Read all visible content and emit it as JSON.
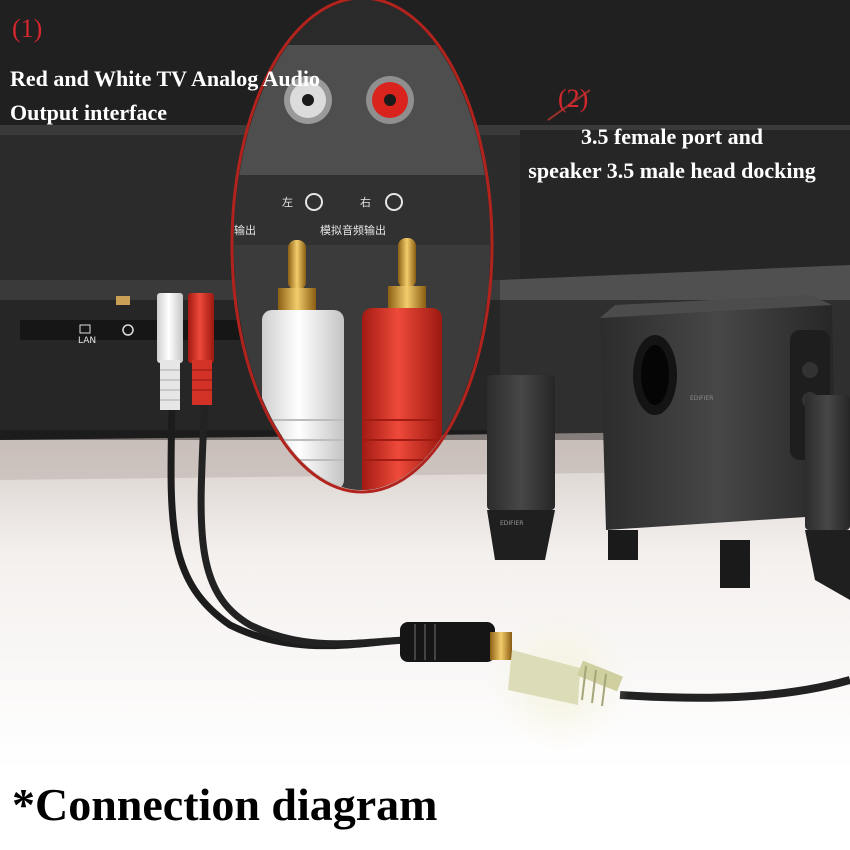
{
  "callout_1": {
    "number": "(1)",
    "line1": "Red and White TV Analog Audio",
    "line2": "Output interface"
  },
  "callout_2": {
    "number": "(2)",
    "line1": "3.5 female port and",
    "line2": "speaker 3.5 male head docking"
  },
  "caption": "*Connection diagram",
  "tv_panel_labels": {
    "lan": "LAN",
    "left": "左",
    "right": "右",
    "analog_audio_out": "模拟音频输出",
    "out_suffix": "输出"
  },
  "speaker_brand": "EDIFIER",
  "colors": {
    "callout_number": "#d6262e",
    "callout_text": "#ffffff",
    "rca_red": "#e23a2e",
    "rca_white": "#f2f2f2",
    "gold_plug": "#d9a441",
    "speaker_body": "#3a3a3a"
  }
}
